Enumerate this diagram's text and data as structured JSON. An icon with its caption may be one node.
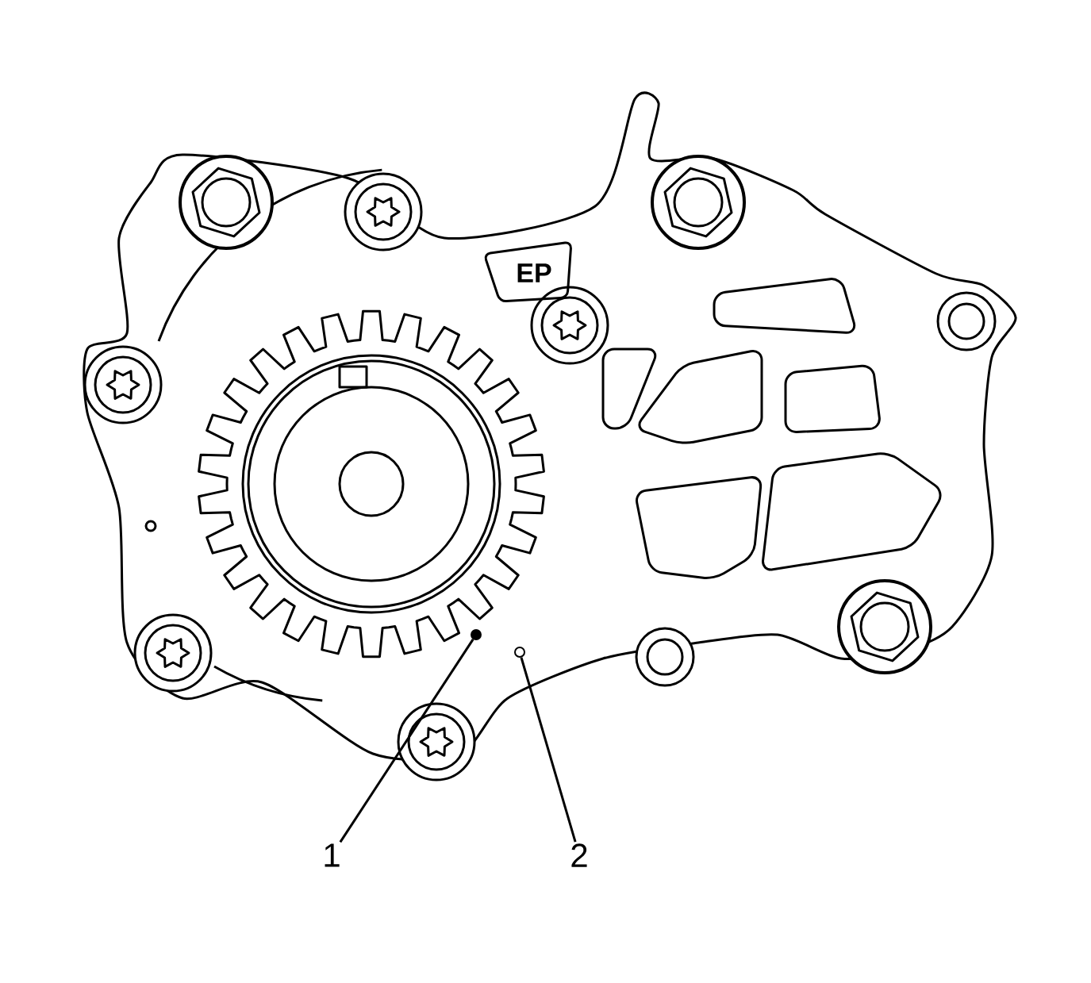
{
  "diagram": {
    "nodes": [
      {
        "text": [
          "1"
        ]
      },
      {
        "text": [
          "2"
        ]
      },
      {
        "text": [],
        "shape": "circle"
      },
      {
        "text": [],
        "shape": "circle"
      }
    ],
    "edges": [
      {
        "from": 0,
        "to": 2,
        "arrow": "none"
      },
      {
        "from": 1,
        "to": 3,
        "arrow": "none"
      }
    ],
    "labels": [
      "EP"
    ]
  }
}
